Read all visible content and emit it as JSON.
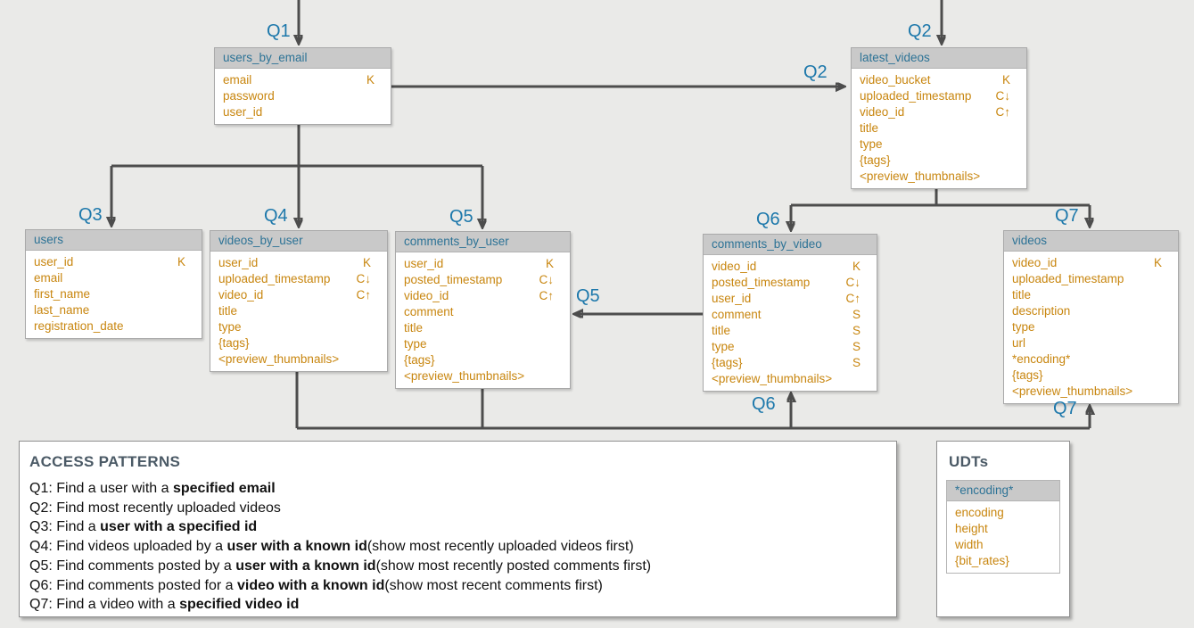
{
  "theme": {
    "background": "#eaeae8",
    "table_header_bg": "#c9c9c9",
    "table_header_text": "#2d7396",
    "field_text": "#c8860f",
    "query_label_text": "#1d78ab",
    "arrow": "#4d4d4d",
    "panel_title_text": "#4b5a66"
  },
  "queries": {
    "q1": "Q1",
    "q2": "Q2",
    "q3": "Q3",
    "q4": "Q4",
    "q5": "Q5",
    "q6": "Q6",
    "q7": "Q7"
  },
  "tables": {
    "users_by_email": {
      "title": "users_by_email",
      "fields": [
        {
          "name": "email",
          "marker": "K"
        },
        {
          "name": "password",
          "marker": ""
        },
        {
          "name": "user_id",
          "marker": ""
        }
      ]
    },
    "latest_videos": {
      "title": "latest_videos",
      "fields": [
        {
          "name": "video_bucket",
          "marker": "K"
        },
        {
          "name": "uploaded_timestamp",
          "marker": "C↓"
        },
        {
          "name": "video_id",
          "marker": "C↑"
        },
        {
          "name": "title",
          "marker": ""
        },
        {
          "name": "type",
          "marker": ""
        },
        {
          "name": "{tags}",
          "marker": ""
        },
        {
          "name": "<preview_thumbnails>",
          "marker": ""
        }
      ]
    },
    "users": {
      "title": "users",
      "fields": [
        {
          "name": "user_id",
          "marker": "K"
        },
        {
          "name": "email",
          "marker": ""
        },
        {
          "name": "first_name",
          "marker": ""
        },
        {
          "name": "last_name",
          "marker": ""
        },
        {
          "name": "registration_date",
          "marker": ""
        }
      ]
    },
    "videos_by_user": {
      "title": "videos_by_user",
      "fields": [
        {
          "name": "user_id",
          "marker": "K"
        },
        {
          "name": "uploaded_timestamp",
          "marker": "C↓"
        },
        {
          "name": "video_id",
          "marker": "C↑"
        },
        {
          "name": "title",
          "marker": ""
        },
        {
          "name": "type",
          "marker": ""
        },
        {
          "name": "{tags}",
          "marker": ""
        },
        {
          "name": "<preview_thumbnails>",
          "marker": ""
        }
      ]
    },
    "comments_by_user": {
      "title": "comments_by_user",
      "fields": [
        {
          "name": "user_id",
          "marker": "K"
        },
        {
          "name": "posted_timestamp",
          "marker": "C↓"
        },
        {
          "name": "video_id",
          "marker": "C↑"
        },
        {
          "name": "comment",
          "marker": ""
        },
        {
          "name": "title",
          "marker": ""
        },
        {
          "name": "type",
          "marker": ""
        },
        {
          "name": "{tags}",
          "marker": ""
        },
        {
          "name": "<preview_thumbnails>",
          "marker": ""
        }
      ]
    },
    "comments_by_video": {
      "title": "comments_by_video",
      "fields": [
        {
          "name": "video_id",
          "marker": "K"
        },
        {
          "name": "posted_timestamp",
          "marker": "C↓"
        },
        {
          "name": "user_id",
          "marker": "C↑"
        },
        {
          "name": "comment",
          "marker": "S"
        },
        {
          "name": "title",
          "marker": "S"
        },
        {
          "name": "type",
          "marker": "S"
        },
        {
          "name": "{tags}",
          "marker": "S"
        },
        {
          "name": "<preview_thumbnails>",
          "marker": ""
        }
      ]
    },
    "videos": {
      "title": "videos",
      "fields": [
        {
          "name": "video_id",
          "marker": "K"
        },
        {
          "name": "uploaded_timestamp",
          "marker": ""
        },
        {
          "name": "title",
          "marker": ""
        },
        {
          "name": "description",
          "marker": ""
        },
        {
          "name": "type",
          "marker": ""
        },
        {
          "name": "url",
          "marker": ""
        },
        {
          "name": "*encoding*",
          "marker": ""
        },
        {
          "name": "{tags}",
          "marker": ""
        },
        {
          "name": "<preview_thumbnails>",
          "marker": ""
        }
      ]
    },
    "encoding_udt": {
      "title": "*encoding*",
      "fields": [
        {
          "name": "encoding",
          "marker": ""
        },
        {
          "name": "height",
          "marker": ""
        },
        {
          "name": "width",
          "marker": ""
        },
        {
          "name": "{bit_rates}",
          "marker": ""
        }
      ]
    }
  },
  "access_patterns": {
    "title": "ACCESS PATTERNS",
    "items": [
      {
        "segments": [
          {
            "t": "Q1: Find a user with a ",
            "b": false
          },
          {
            "t": "specified email",
            "b": true
          }
        ]
      },
      {
        "segments": [
          {
            "t": "Q2: Find most recently uploaded videos",
            "b": false
          }
        ]
      },
      {
        "segments": [
          {
            "t": "Q3: Find a ",
            "b": false
          },
          {
            "t": "user with a specified id",
            "b": true
          }
        ]
      },
      {
        "segments": [
          {
            "t": "Q4: Find videos uploaded by a ",
            "b": false
          },
          {
            "t": "user with a known id",
            "b": true
          },
          {
            "t": "(show most recently uploaded videos first)",
            "b": false
          }
        ]
      },
      {
        "segments": [
          {
            "t": "Q5: Find comments posted by a ",
            "b": false
          },
          {
            "t": "user with a known id",
            "b": true
          },
          {
            "t": "(show most recently posted comments first)",
            "b": false
          }
        ]
      },
      {
        "segments": [
          {
            "t": "Q6: Find comments posted for a ",
            "b": false
          },
          {
            "t": "video with a known id",
            "b": true
          },
          {
            "t": "(show most recent comments first)",
            "b": false
          }
        ]
      },
      {
        "segments": [
          {
            "t": "Q7: Find a video with a ",
            "b": false
          },
          {
            "t": "specified video id",
            "b": true
          }
        ]
      }
    ]
  },
  "udts": {
    "title": "UDTs"
  }
}
